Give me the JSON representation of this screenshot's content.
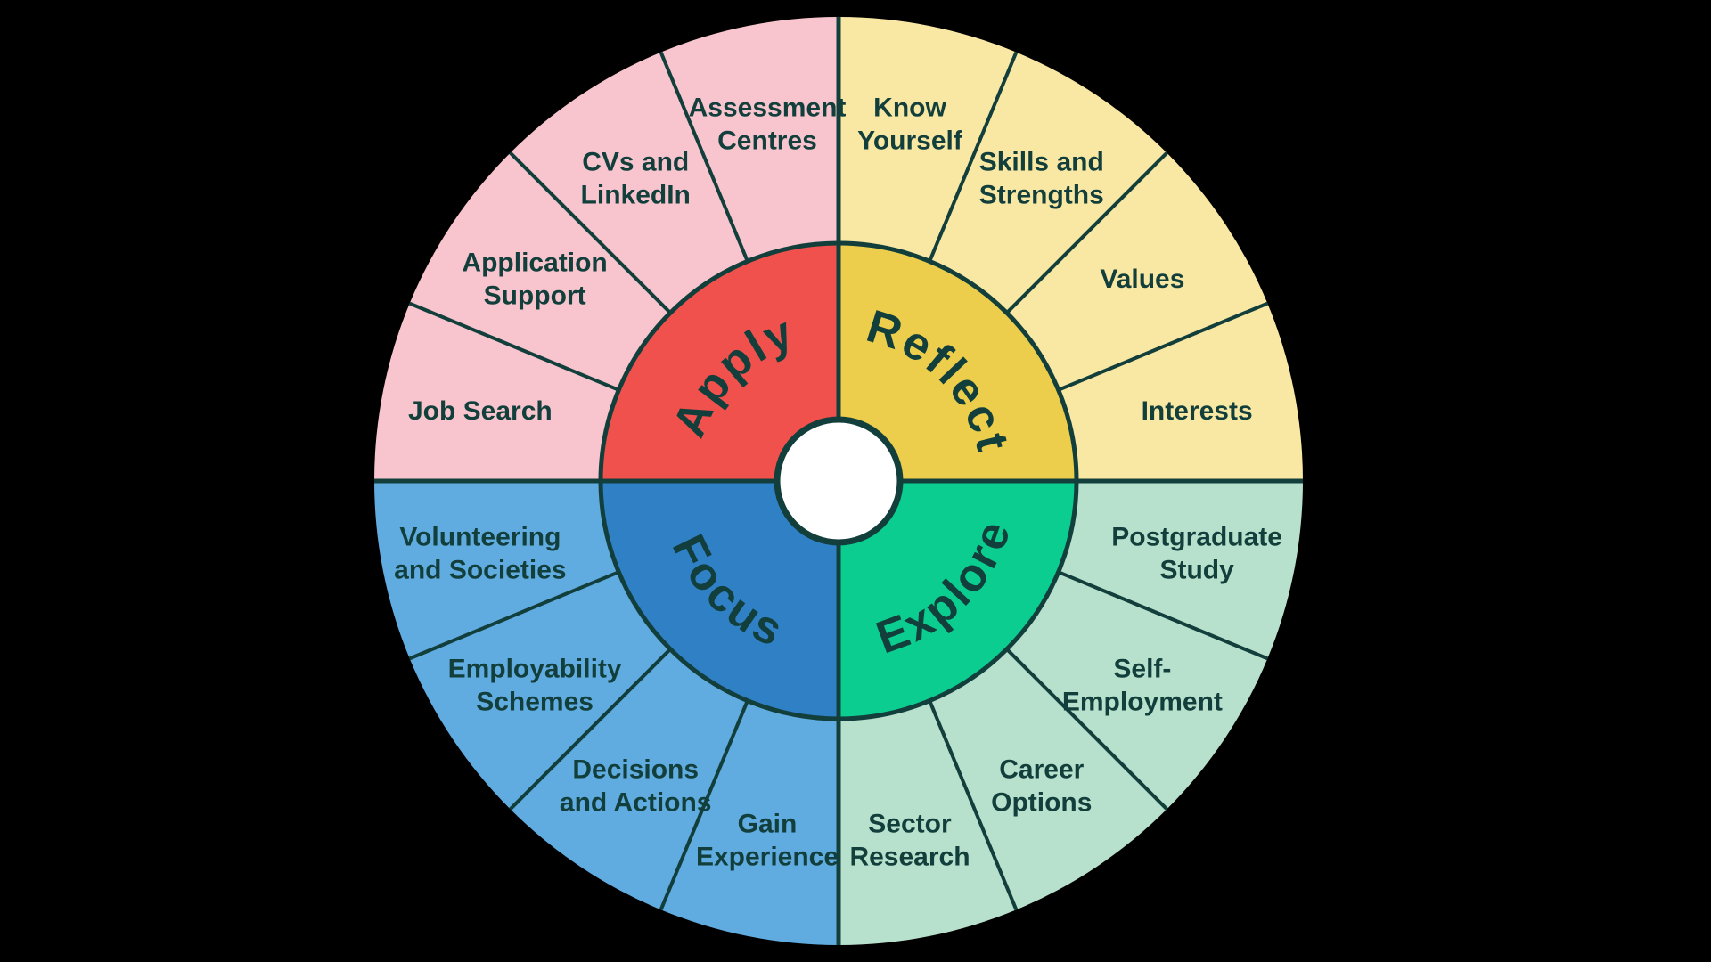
{
  "background": "#000000",
  "ink": "#123F3B",
  "center_circle_color": "#FFFFFF",
  "wheel": {
    "quadrants": [
      {
        "id": "apply",
        "label": "Apply",
        "inner_color": "#F1514D",
        "outer_color": "#F8C5CE",
        "start_angle": 180,
        "segments": [
          {
            "label": "Job Search",
            "lines": [
              "Job Search"
            ]
          },
          {
            "label": "Application Support",
            "lines": [
              "Application",
              "Support"
            ]
          },
          {
            "label": "CVs and LinkedIn",
            "lines": [
              "CVs and",
              "LinkedIn"
            ]
          },
          {
            "label": "Assessment Centres",
            "lines": [
              "Assessment",
              "Centres"
            ]
          }
        ]
      },
      {
        "id": "reflect",
        "label": "Reflect",
        "inner_color": "#ECCD4C",
        "outer_color": "#F9E7A4",
        "start_angle": 270,
        "segments": [
          {
            "label": "Know Yourself",
            "lines": [
              "Know",
              "Yourself"
            ]
          },
          {
            "label": "Skills and Strengths",
            "lines": [
              "Skills and",
              "Strengths"
            ]
          },
          {
            "label": "Values",
            "lines": [
              "Values"
            ]
          },
          {
            "label": "Interests",
            "lines": [
              "Interests"
            ]
          }
        ]
      },
      {
        "id": "explore",
        "label": "Explore",
        "inner_color": "#0CCD90",
        "outer_color": "#B7E0CD",
        "start_angle": 0,
        "segments": [
          {
            "label": "Postgraduate Study",
            "lines": [
              "Postgraduate",
              "Study"
            ]
          },
          {
            "label": "Self-Employment",
            "lines": [
              "Self-",
              "Employment"
            ]
          },
          {
            "label": "Career Options",
            "lines": [
              "Career",
              "Options"
            ]
          },
          {
            "label": "Sector Research",
            "lines": [
              "Sector",
              "Research"
            ]
          }
        ]
      },
      {
        "id": "focus",
        "label": "Focus",
        "inner_color": "#3080C6",
        "outer_color": "#60ABDF",
        "start_angle": 90,
        "segments": [
          {
            "label": "Gain Experience",
            "lines": [
              "Gain",
              "Experience"
            ]
          },
          {
            "label": "Decisions and Actions",
            "lines": [
              "Decisions",
              "and Actions"
            ]
          },
          {
            "label": "Employability Schemes",
            "lines": [
              "Employability",
              "Schemes"
            ]
          },
          {
            "label": "Volunteering and Societies",
            "lines": [
              "Volunteering",
              "and Societies"
            ]
          }
        ]
      }
    ]
  }
}
